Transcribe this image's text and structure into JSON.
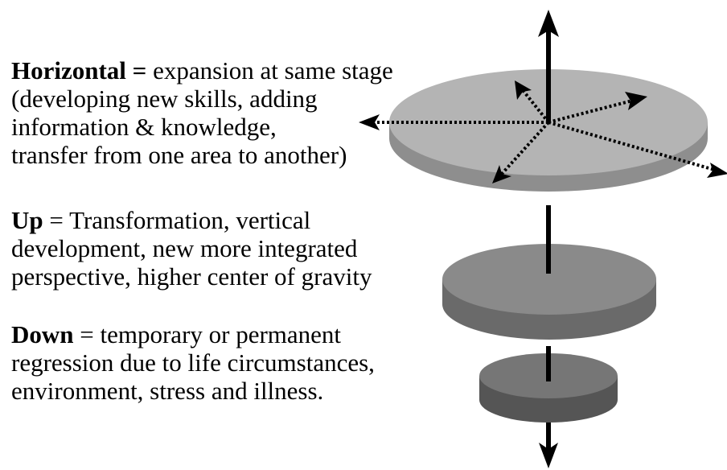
{
  "horizontal": {
    "term": "Horizontal",
    "separator": " = ",
    "lines": [
      "expansion at same stage",
      "(developing new skills, adding",
      "information & knowledge,",
      "transfer from one area to another)"
    ]
  },
  "up": {
    "term": "Up",
    "separator": " = ",
    "lines": [
      "Transformation, vertical",
      "development, new more integrated",
      "perspective, higher center of gravity"
    ]
  },
  "down": {
    "term": "Down",
    "separator": " = ",
    "lines": [
      "temporary or permanent",
      "regression due to life circumstances,",
      "environment, stress and illness."
    ]
  },
  "colors": {
    "large_disc_top": "#b4b4b4",
    "large_disc_side": "#8e8e8e",
    "medium_disc_top": "#8a8a8a",
    "medium_disc_side": "#6a6a6a",
    "small_disc_top": "#767676",
    "small_disc_side": "#555555",
    "arrows": "#000000"
  }
}
